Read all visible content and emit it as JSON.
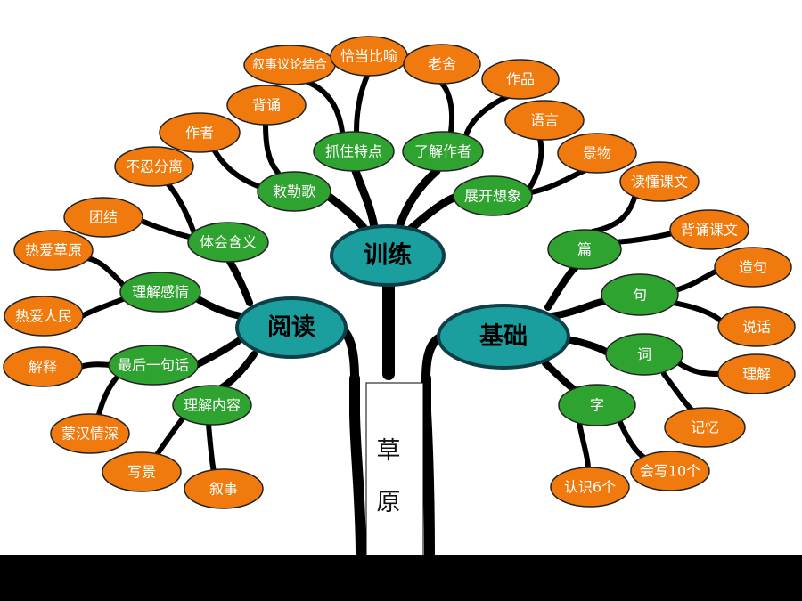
{
  "trunk_label": [
    "草",
    "原"
  ],
  "colors": {
    "main_fill": "#1a9e9e",
    "main_stroke": "#0e3f48",
    "sub_fill": "#2fa32f",
    "leaf_fill": "#f07a0e",
    "branch": "#000000",
    "ground": "#000000"
  },
  "main_nodes": [
    {
      "id": "xunlian",
      "label": "训练"
    },
    {
      "id": "yuedu",
      "label": "阅读"
    },
    {
      "id": "jichu",
      "label": "基础"
    }
  ],
  "sub_nodes": [
    {
      "id": "zhua",
      "label": "抓住特点"
    },
    {
      "id": "liaojie",
      "label": "了解作者"
    },
    {
      "id": "lege",
      "label": "敕勒歌"
    },
    {
      "id": "zhankai",
      "label": "展开想象"
    },
    {
      "id": "tihui",
      "label": "体会含义"
    },
    {
      "id": "ganqing",
      "label": "理解感情"
    },
    {
      "id": "zuihou",
      "label": "最后一句话"
    },
    {
      "id": "neirong",
      "label": "理解内容"
    },
    {
      "id": "pian",
      "label": "篇"
    },
    {
      "id": "ju",
      "label": "句"
    },
    {
      "id": "ci",
      "label": "词"
    },
    {
      "id": "zi",
      "label": "字"
    }
  ],
  "leaf_nodes": [
    {
      "id": "l_xushi_yilun",
      "label": "叙事议论结合"
    },
    {
      "id": "l_qiadang",
      "label": "恰当比喻"
    },
    {
      "id": "l_laoshe",
      "label": "老舍"
    },
    {
      "id": "l_zuopin",
      "label": "作品"
    },
    {
      "id": "l_beisong",
      "label": "背诵"
    },
    {
      "id": "l_yuyan",
      "label": "语言"
    },
    {
      "id": "l_zuozhe",
      "label": "作者"
    },
    {
      "id": "l_jingwu",
      "label": "景物"
    },
    {
      "id": "l_burenfenli",
      "label": "不忍分离"
    },
    {
      "id": "l_dudong",
      "label": "读懂课文"
    },
    {
      "id": "l_tuanjie",
      "label": "团结"
    },
    {
      "id": "l_beisongkewen",
      "label": "背诵课文"
    },
    {
      "id": "l_reai_caoyuan",
      "label": "热爱草原"
    },
    {
      "id": "l_zaoju",
      "label": "造句"
    },
    {
      "id": "l_reai_renmin",
      "label": "热爱人民"
    },
    {
      "id": "l_shuohua",
      "label": "说话"
    },
    {
      "id": "l_jieshi",
      "label": "解释"
    },
    {
      "id": "l_lijie",
      "label": "理解"
    },
    {
      "id": "l_menghan",
      "label": "蒙汉情深"
    },
    {
      "id": "l_jiyi",
      "label": "记忆"
    },
    {
      "id": "l_xiejing",
      "label": "写景"
    },
    {
      "id": "l_xushi",
      "label": "叙事"
    },
    {
      "id": "l_renshi",
      "label": "认识6个"
    },
    {
      "id": "l_huixie",
      "label": "会写10个"
    }
  ]
}
